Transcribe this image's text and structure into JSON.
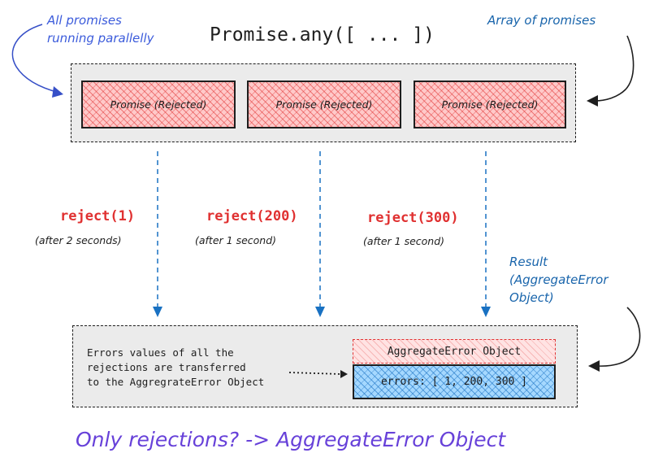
{
  "title": "Promise.any([ ... ])",
  "notes": {
    "parallel": [
      "All promises",
      "running parallelly"
    ],
    "array": "Array of promises",
    "result": [
      "Result",
      "(AggregateError",
      "Object)"
    ]
  },
  "promises": [
    {
      "label": "Promise (Rejected)",
      "reject_call": "reject(1)",
      "timing": "(after 2 seconds)"
    },
    {
      "label": "Promise (Rejected)",
      "reject_call": "reject(200)",
      "timing": "(after 1 second)"
    },
    {
      "label": "Promise (Rejected)",
      "reject_call": "reject(300)",
      "timing": "(after 1 second)"
    }
  ],
  "errors_description": [
    "Errors values of all the",
    "rejections are transferred",
    "to the AggregrateError Object"
  ],
  "aggregate": {
    "header": "AggregateError Object",
    "errors": "errors: [ 1, 200, 300 ]"
  },
  "summary": "Only rejections? -> AggregateError Object",
  "colors": {
    "rejected_fill": "#ffc9c9",
    "rejected_hatch": "#e03131",
    "errors_fill": "#a5d8ff",
    "errors_hatch": "#1971c2",
    "reject_text": "#e03131",
    "note_blue": "#1864ab",
    "note_indigo": "#3b5bdb",
    "summary_text": "#6741d9",
    "frame_bg": "#ebebeb"
  }
}
